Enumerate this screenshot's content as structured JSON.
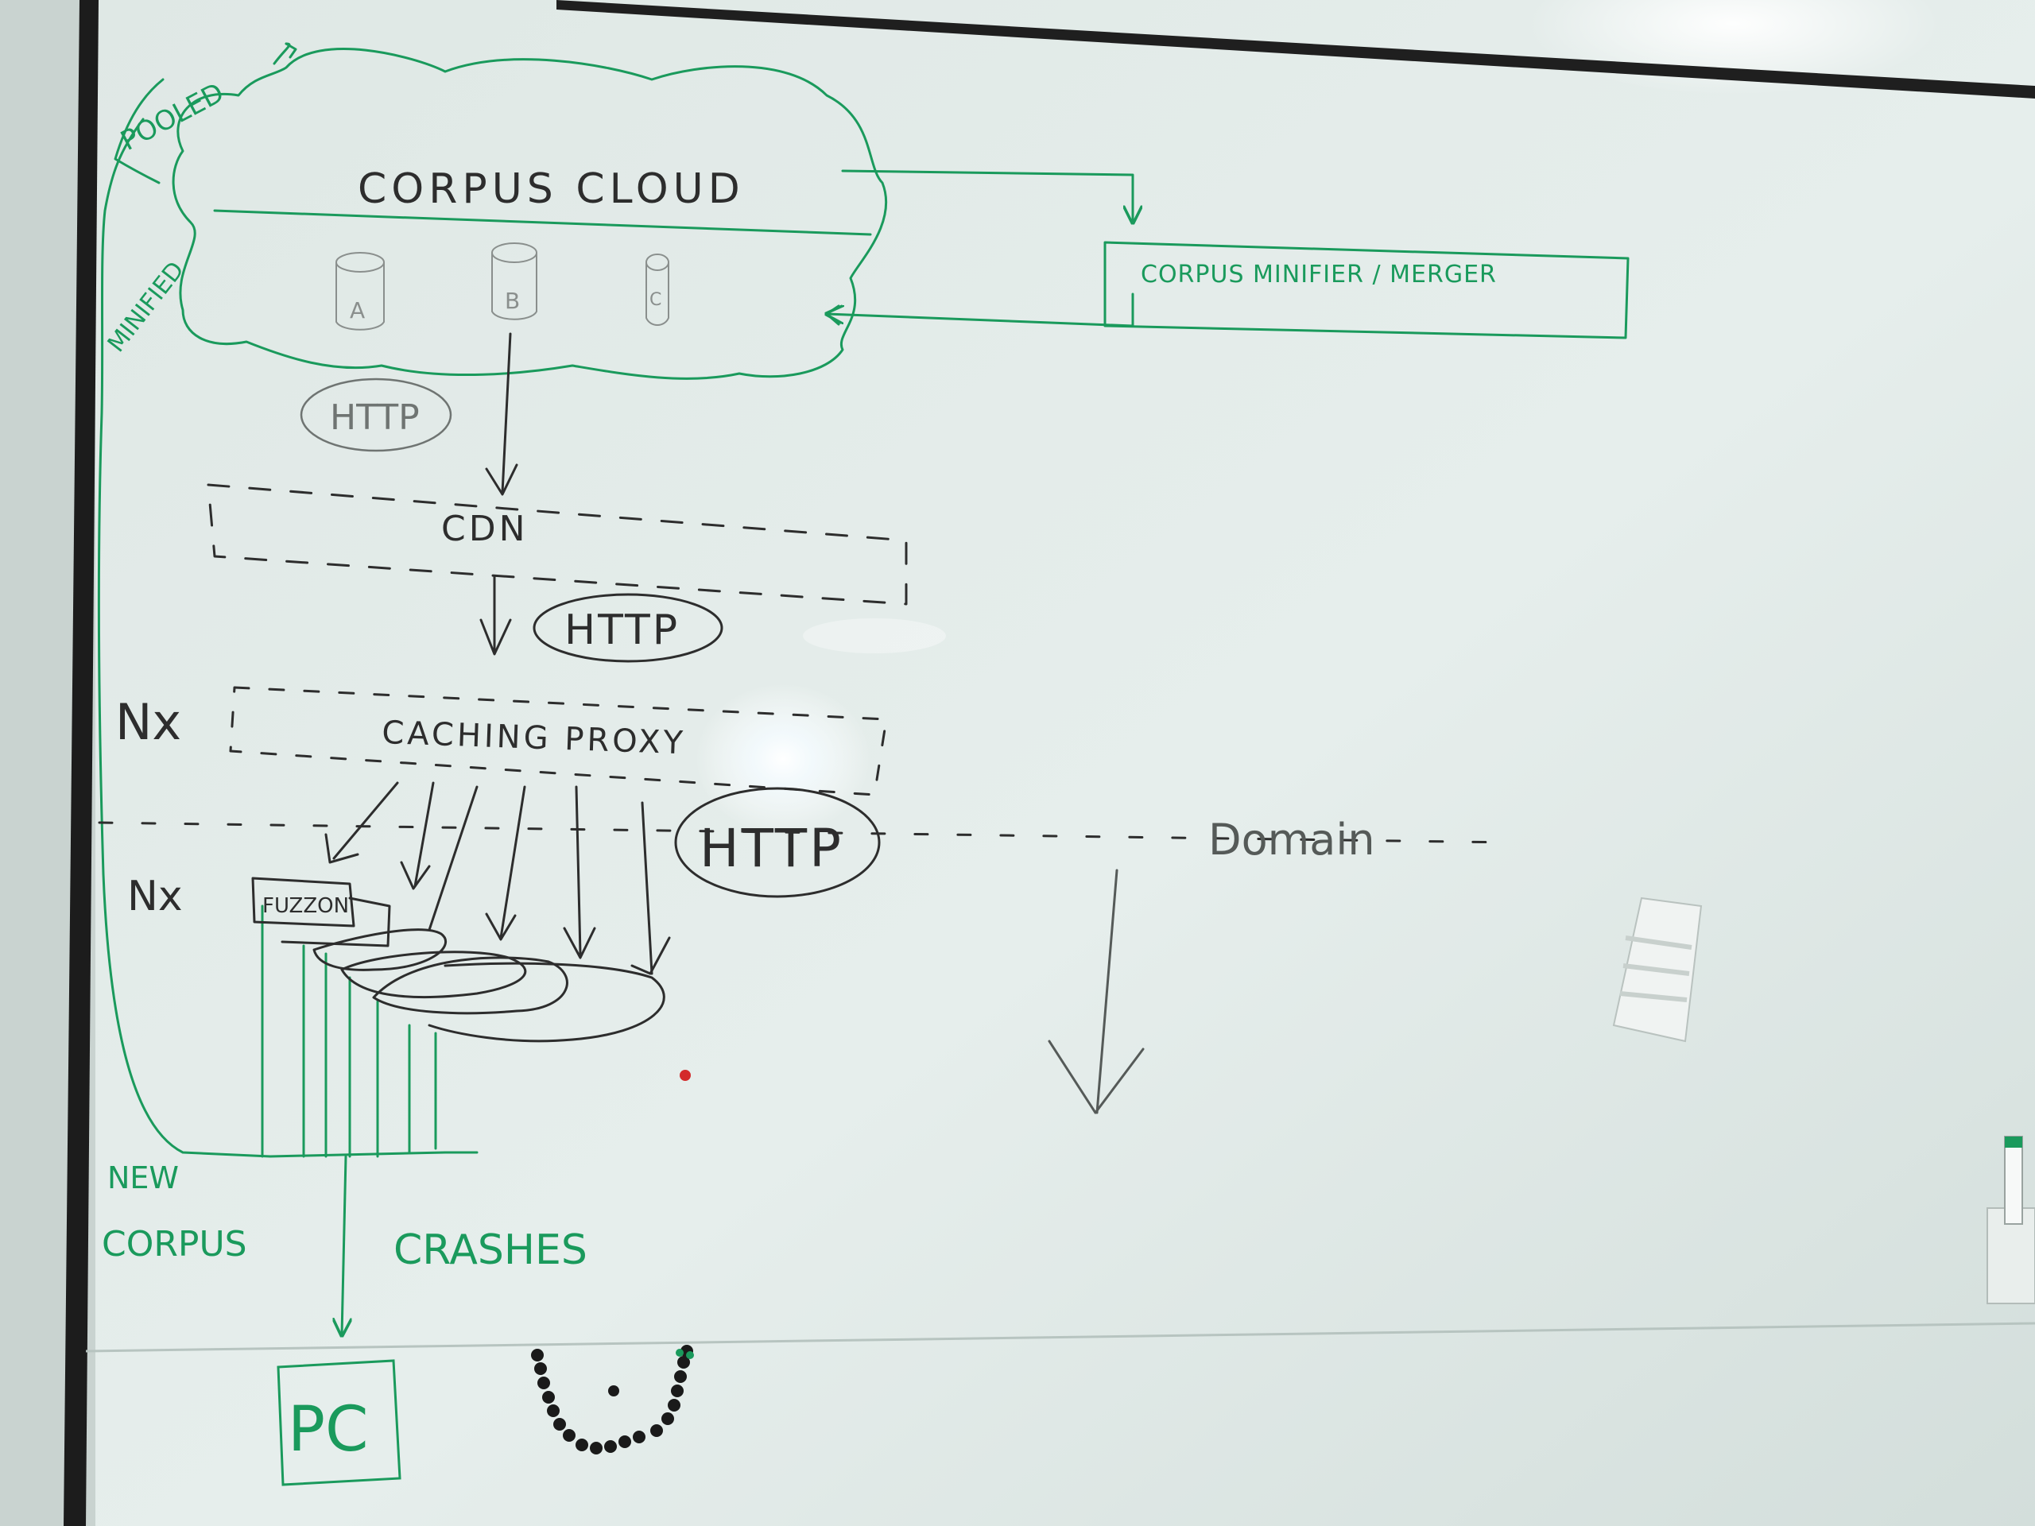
{
  "board": {
    "colors": {
      "green_marker": "#1a9a5c",
      "black_marker": "#2d2d2d",
      "board_white": "#e4ece9",
      "frame": "#1c1c1c",
      "magnet_red": "#d32a2a"
    }
  },
  "cloud": {
    "title": "CORPUS   CLOUD",
    "nodes": [
      {
        "label": "A"
      },
      {
        "label": "B"
      },
      {
        "label": "C"
      }
    ]
  },
  "minifier": {
    "label": "CORPUS MINIFIER / MERGER"
  },
  "side_labels": {
    "pooled": "POOLED",
    "minified": "MINIFIED",
    "new_corpus_line1": "NEW",
    "new_corpus_line2": "CORPUS",
    "crashes": "CRASHES"
  },
  "protocols": {
    "http_top": "HTTP",
    "http_mid": "HTTP",
    "http_low": "HTTP"
  },
  "tiers": {
    "cdn": "CDN",
    "caching_proxy": "CACHING   PROXY",
    "nx_proxy": "Nx",
    "nx_fuzz": "Nx",
    "fuzz_box": "FUZZON",
    "domain_label": "Domain"
  },
  "output": {
    "pc_label": "PC"
  }
}
